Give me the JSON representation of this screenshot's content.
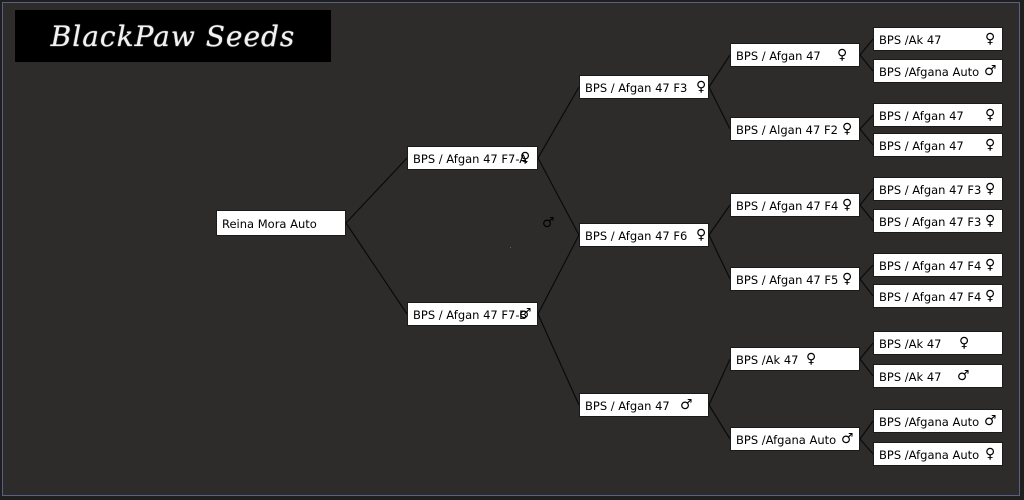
{
  "brand": {
    "logo_text": "BlackPaw Seeds"
  },
  "symbols": {
    "female": "♀",
    "male": "♂"
  },
  "nodes": {
    "root": {
      "label": "Reina Mora Auto",
      "sex": "male"
    },
    "g1a": {
      "label": "BPS / Afgan 47 F7-A",
      "sex": "female"
    },
    "g1b": {
      "label": "BPS / Afgan 47 F7-B",
      "sex": "male"
    },
    "g2a": {
      "label": "BPS / Afgan 47 F3",
      "sex": "female"
    },
    "g2b": {
      "label": "BPS / Afgan 47 F6",
      "sex": "female"
    },
    "g2c": {
      "label": "BPS / Afgan 47",
      "sex": "male"
    },
    "g3a": {
      "label": "BPS / Afgan 47",
      "sex": "female"
    },
    "g3b": {
      "label": "BPS / Algan 47 F2",
      "sex": "female"
    },
    "g3c": {
      "label": "BPS / Afgan 47 F4",
      "sex": "female"
    },
    "g3d": {
      "label": "BPS / Afgan 47 F5",
      "sex": "female"
    },
    "g3e": {
      "label": "BPS /Ak 47",
      "sex": "female"
    },
    "g3f": {
      "label": "BPS /Afgana Auto",
      "sex": "male"
    },
    "g4a": {
      "label": "BPS /Ak 47",
      "sex": "female"
    },
    "g4b": {
      "label": "BPS /Afgana Auto",
      "sex": "male"
    },
    "g4c": {
      "label": "BPS / Afgan 47",
      "sex": "female"
    },
    "g4d": {
      "label": "BPS / Afgan 47",
      "sex": "female"
    },
    "g4e": {
      "label": "BPS / Afgan 47 F3",
      "sex": "female"
    },
    "g4f": {
      "label": "BPS / Afgan 47 F3",
      "sex": "female"
    },
    "g4g": {
      "label": "BPS / Afgan 47 F4",
      "sex": "female"
    },
    "g4h": {
      "label": "BPS / Afgan 47 F4",
      "sex": "female"
    },
    "g4i": {
      "label": "BPS /Ak 47",
      "sex": "female"
    },
    "g4j": {
      "label": "BPS /Ak 47",
      "sex": "male"
    },
    "g4k": {
      "label": "BPS /Afgana Auto",
      "sex": "male"
    },
    "g4l": {
      "label": "BPS /Afgana Auto",
      "sex": "female"
    }
  }
}
